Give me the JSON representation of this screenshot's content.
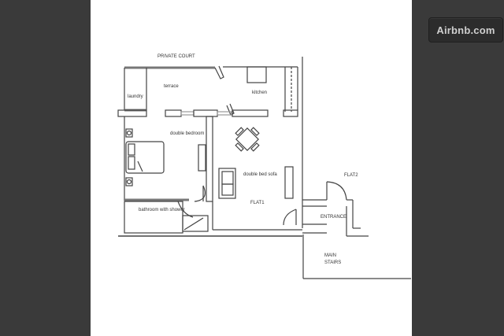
{
  "viewer": {
    "brand_badge": "Airbnb.com",
    "background_color": "#3a3a3a",
    "panel_color": "#ffffff"
  },
  "floorplan": {
    "labels": {
      "private_court": "PRIVATE COURT",
      "laundry": "laundry",
      "terrace": "terrace",
      "kitchen": "kitchen",
      "double_bedroom": "double bedroom",
      "double_bed_sofa": "double bed sofa",
      "flat1": "FLAT1",
      "flat2": "FLAT2",
      "bathroom": "bathroom with shower",
      "entrance": "ENTRANCE",
      "main_stairs_1": "MAIN",
      "main_stairs_2": "STAIRS"
    }
  }
}
